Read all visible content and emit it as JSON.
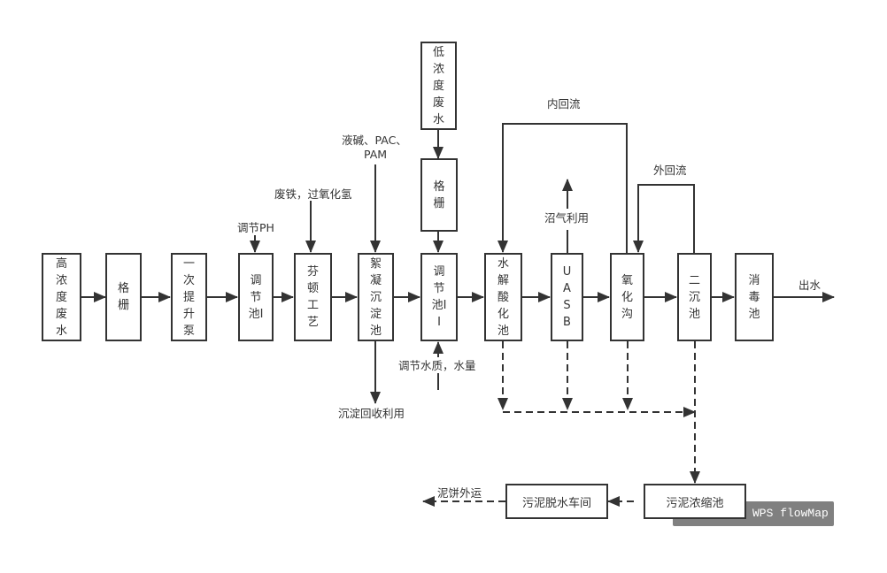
{
  "diagram": {
    "type": "wastewater-treatment-process-flow",
    "colors": {
      "line": "#333333",
      "box_border": "#333333",
      "background": "#ffffff",
      "watermark_bg": "#808080",
      "watermark_text": "#ffffff"
    },
    "nodes": {
      "high_conc_wastewater": "高浓度废水",
      "screen_1": "格栅",
      "primary_lift_pump": "一次提升泵",
      "equalization_tank_1": "调节池I",
      "fenton_process": "芬顿工艺",
      "coag_sedimentation": "絮凝沉淀池",
      "equalization_tank_2": "调节池II",
      "hydrolysis_acidification": "水解酸化池",
      "uasb": "UASB",
      "oxidation_ditch": "氧化沟",
      "secondary_clarifier": "二沉池",
      "disinfection_tank": "消毒池",
      "low_conc_wastewater": "低浓度废水",
      "screen_2": "格栅",
      "sludge_thickener": "污泥浓缩池",
      "sludge_dewatering": "污泥脱水车间"
    },
    "labels": {
      "adjust_ph": "调节PH",
      "fenton_reagents": "废铁，过氧化氢",
      "coag_reagents_line1": "液碱、PAC、",
      "coag_reagents_line2": "PAM",
      "sediment_recycle": "沉淀回收利用",
      "adjust_quality": "调节水质，水量",
      "biogas_use": "沼气利用",
      "internal_reflux": "内回流",
      "external_reflux": "外回流",
      "effluent": "出水",
      "sludge_cake_out": "泥饼外运"
    },
    "edges": [
      {
        "from": "high_conc_wastewater",
        "to": "screen_1",
        "style": "solid"
      },
      {
        "from": "screen_1",
        "to": "primary_lift_pump",
        "style": "solid"
      },
      {
        "from": "primary_lift_pump",
        "to": "equalization_tank_1",
        "style": "solid"
      },
      {
        "from": "equalization_tank_1",
        "to": "fenton_process",
        "style": "solid"
      },
      {
        "from": "fenton_process",
        "to": "coag_sedimentation",
        "style": "solid"
      },
      {
        "from": "coag_sedimentation",
        "to": "equalization_tank_2",
        "style": "solid"
      },
      {
        "from": "equalization_tank_2",
        "to": "hydrolysis_acidification",
        "style": "solid"
      },
      {
        "from": "hydrolysis_acidification",
        "to": "uasb",
        "style": "solid"
      },
      {
        "from": "uasb",
        "to": "oxidation_ditch",
        "style": "solid"
      },
      {
        "from": "oxidation_ditch",
        "to": "secondary_clarifier",
        "style": "solid"
      },
      {
        "from": "secondary_clarifier",
        "to": "disinfection_tank",
        "style": "solid"
      },
      {
        "from": "disinfection_tank",
        "to": "effluent",
        "style": "solid"
      },
      {
        "from": "low_conc_wastewater",
        "to": "screen_2",
        "style": "solid"
      },
      {
        "from": "screen_2",
        "to": "equalization_tank_2",
        "style": "solid"
      },
      {
        "from": "adjust_ph",
        "to": "equalization_tank_1",
        "style": "solid"
      },
      {
        "from": "fenton_reagents",
        "to": "fenton_process",
        "style": "solid"
      },
      {
        "from": "coag_reagents",
        "to": "coag_sedimentation",
        "style": "solid"
      },
      {
        "from": "coag_sedimentation",
        "to": "sediment_recycle",
        "style": "solid"
      },
      {
        "from": "adjust_quality",
        "to": "equalization_tank_2",
        "style": "solid"
      },
      {
        "from": "uasb",
        "to": "biogas_use",
        "style": "solid"
      },
      {
        "from": "oxidation_ditch",
        "to": "hydrolysis_acidification",
        "style": "solid",
        "label": "internal_reflux"
      },
      {
        "from": "secondary_clarifier",
        "to": "oxidation_ditch",
        "style": "solid",
        "label": "external_reflux"
      },
      {
        "from": "hydrolysis_acidification",
        "to": "sludge_collector",
        "style": "dashed"
      },
      {
        "from": "uasb",
        "to": "sludge_collector",
        "style": "dashed"
      },
      {
        "from": "oxidation_ditch",
        "to": "sludge_collector",
        "style": "dashed"
      },
      {
        "from": "secondary_clarifier",
        "to": "sludge_thickener",
        "style": "dashed"
      },
      {
        "from": "sludge_thickener",
        "to": "sludge_dewatering",
        "style": "dashed"
      },
      {
        "from": "sludge_dewatering",
        "to": "sludge_cake_out",
        "style": "dashed"
      }
    ]
  },
  "watermark": "WPS flowMap"
}
